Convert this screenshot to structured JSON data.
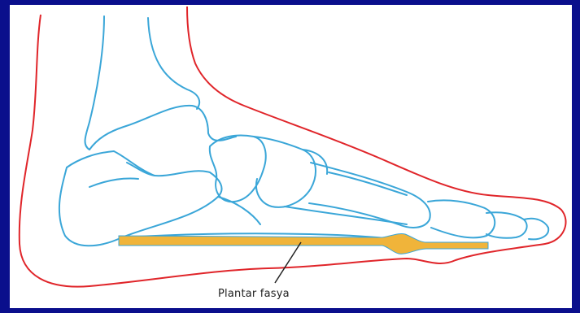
{
  "figure": {
    "label": "Plantar fasya",
    "colors": {
      "background": "#0a0f8c",
      "skin_outline": "#e0252a",
      "bone_outline": "#3aa6d8",
      "fascia_fill": "#f0b43a"
    },
    "icons": [
      "foot-skin-outline",
      "foot-bones",
      "plantar-fascia-band",
      "leader-line"
    ]
  }
}
